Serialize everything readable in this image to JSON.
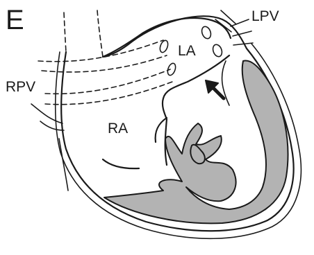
{
  "figure": {
    "panel_letter": "E",
    "labels": {
      "rpv": "RPV",
      "lpv": "LPV",
      "la": "LA",
      "ra": "RA"
    },
    "muscle_color": "#b3b3b3",
    "ink_color": "#1a1a1a"
  }
}
